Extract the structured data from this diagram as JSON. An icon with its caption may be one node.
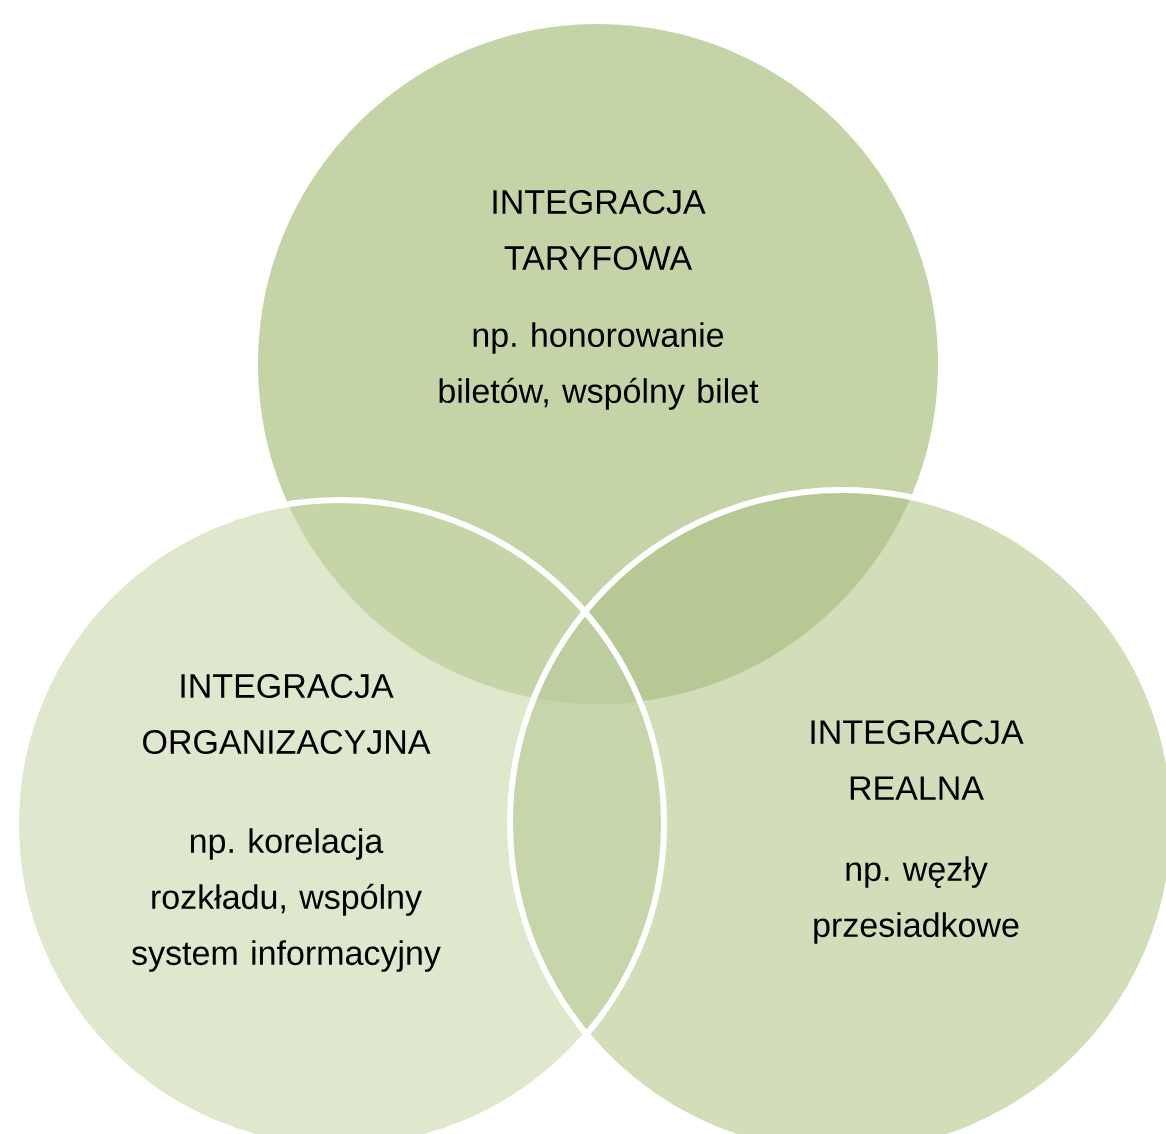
{
  "diagram": {
    "nodes": [
      {
        "text": [
          "INTEGRACJA TARYFOWA",
          "np. honorowanie biletów, wspólny bilet"
        ]
      },
      {
        "text": [
          "INTEGRACJA ORGANIZACYJNA",
          "np. korelacja rozkładu, wspólny system informacyjny"
        ]
      },
      {
        "text": [
          "INTEGRACJA REALNA",
          "np. węzły przesiadkowe"
        ]
      }
    ]
  }
}
